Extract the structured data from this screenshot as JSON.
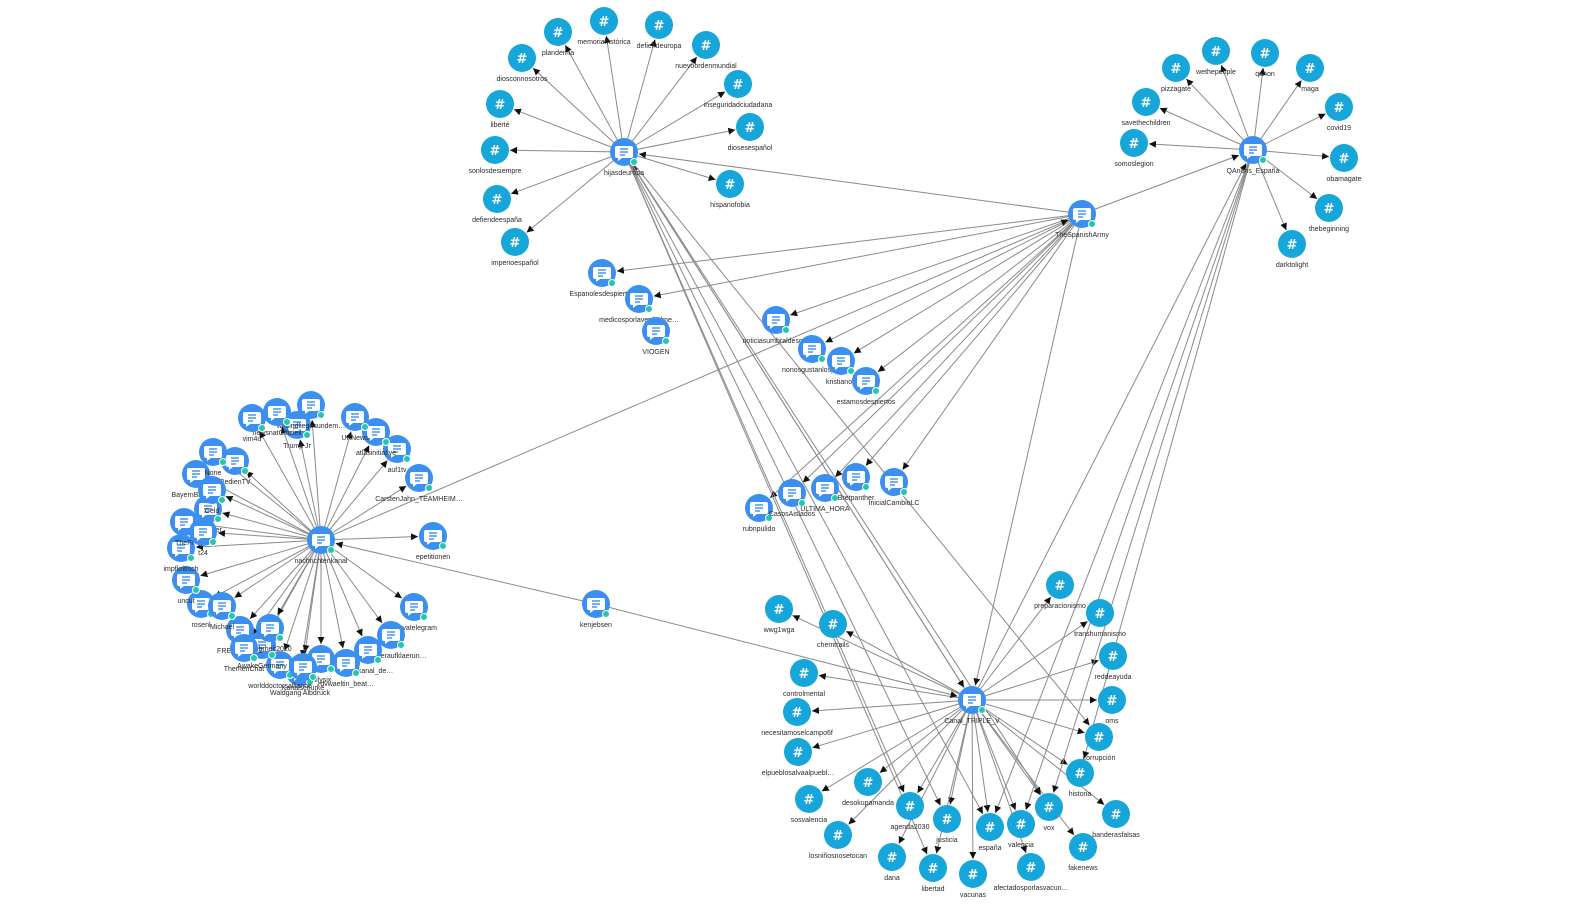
{
  "graph": {
    "colors": {
      "hashtag_node": "#16a6d9",
      "channel_node": "#3b8ff0",
      "channel_badge": "#22c7b0",
      "edge": "#8a8a8a",
      "label": "#2b2b2b"
    },
    "icons": {
      "hashtag": "hash-icon",
      "channel": "chat-bubble-icon"
    },
    "channels": [
      "hijasdeuropa",
      "QAnons_España",
      "TheSpanishArmy",
      "nachrichtenkanal",
      "Canal_TRIPLE_V",
      "Espanolesdespiertos",
      "medicosporlaverdadme…",
      "VIOGEN",
      "noticiasumbraldesc…",
      "nonosgustanlosp…",
      "kristianog",
      "estamosdespiertos",
      "rubnpulido",
      "CasosAislados",
      "ULTIMA_HORA",
      "Bretpanther",
      "InicialCambioLC",
      "kenjebsen",
      "epetitionen",
      "CarstenJahn_TEAMHEIM…",
      "auf1tv",
      "atlasinitiative",
      "unityatelegram",
      "aerztefueraufklaerun…",
      "ous_kanal_de…",
      "rdvwaeltin_beat…",
      "billysix",
      "Waldgang Albdruck",
      "worlddoctorsalliance",
      "AwakeGermany",
      "Wahrheit2020",
      "FREIE_PFALZ",
      "rosenl",
      "uncut",
      "impfkritisch",
      "TheFl",
      "BayernBadenW",
      "Trump Jr",
      "wirsindliegesundem…",
      "newsnatOffiziell",
      "RedienTV",
      "Michael",
      "ThemenChat",
      "Kanalschurke",
      "Schuster",
      "t24",
      "Geld",
      "None",
      "vim4u",
      "UKNews"
    ],
    "hashtags": [
      "plandemia",
      "memoriahistórica",
      "defiendeuropa",
      "nuevoordenmundial",
      "inseguridadciudadana",
      "diosesespañol",
      "hispanofobia",
      "imperioespañol",
      "defiendeespaña",
      "sonlosdesiempre",
      "liberté",
      "diosconnosotros",
      "wethepeople",
      "qanon",
      "pizzagate",
      "maga",
      "savethechildren",
      "covid19",
      "somoslegion",
      "obamagate",
      "thebeginning",
      "darktolight",
      "preparacionismo",
      "transhumanismo",
      "reddeayuda",
      "oms",
      "corrupción",
      "historia",
      "banderasfalsas",
      "fakenews",
      "vox",
      "valencia",
      "afectadosporlasvacun…",
      "españa",
      "vacunas",
      "justicia",
      "libertad",
      "agenda2030",
      "dana",
      "desokupamanda",
      "losniñosnosetocan",
      "sosvalencia",
      "elpueblosalvaalpuebl…",
      "necesitamoselcampo6f",
      "controlmental",
      "chemtrails",
      "wwg1wga"
    ]
  }
}
